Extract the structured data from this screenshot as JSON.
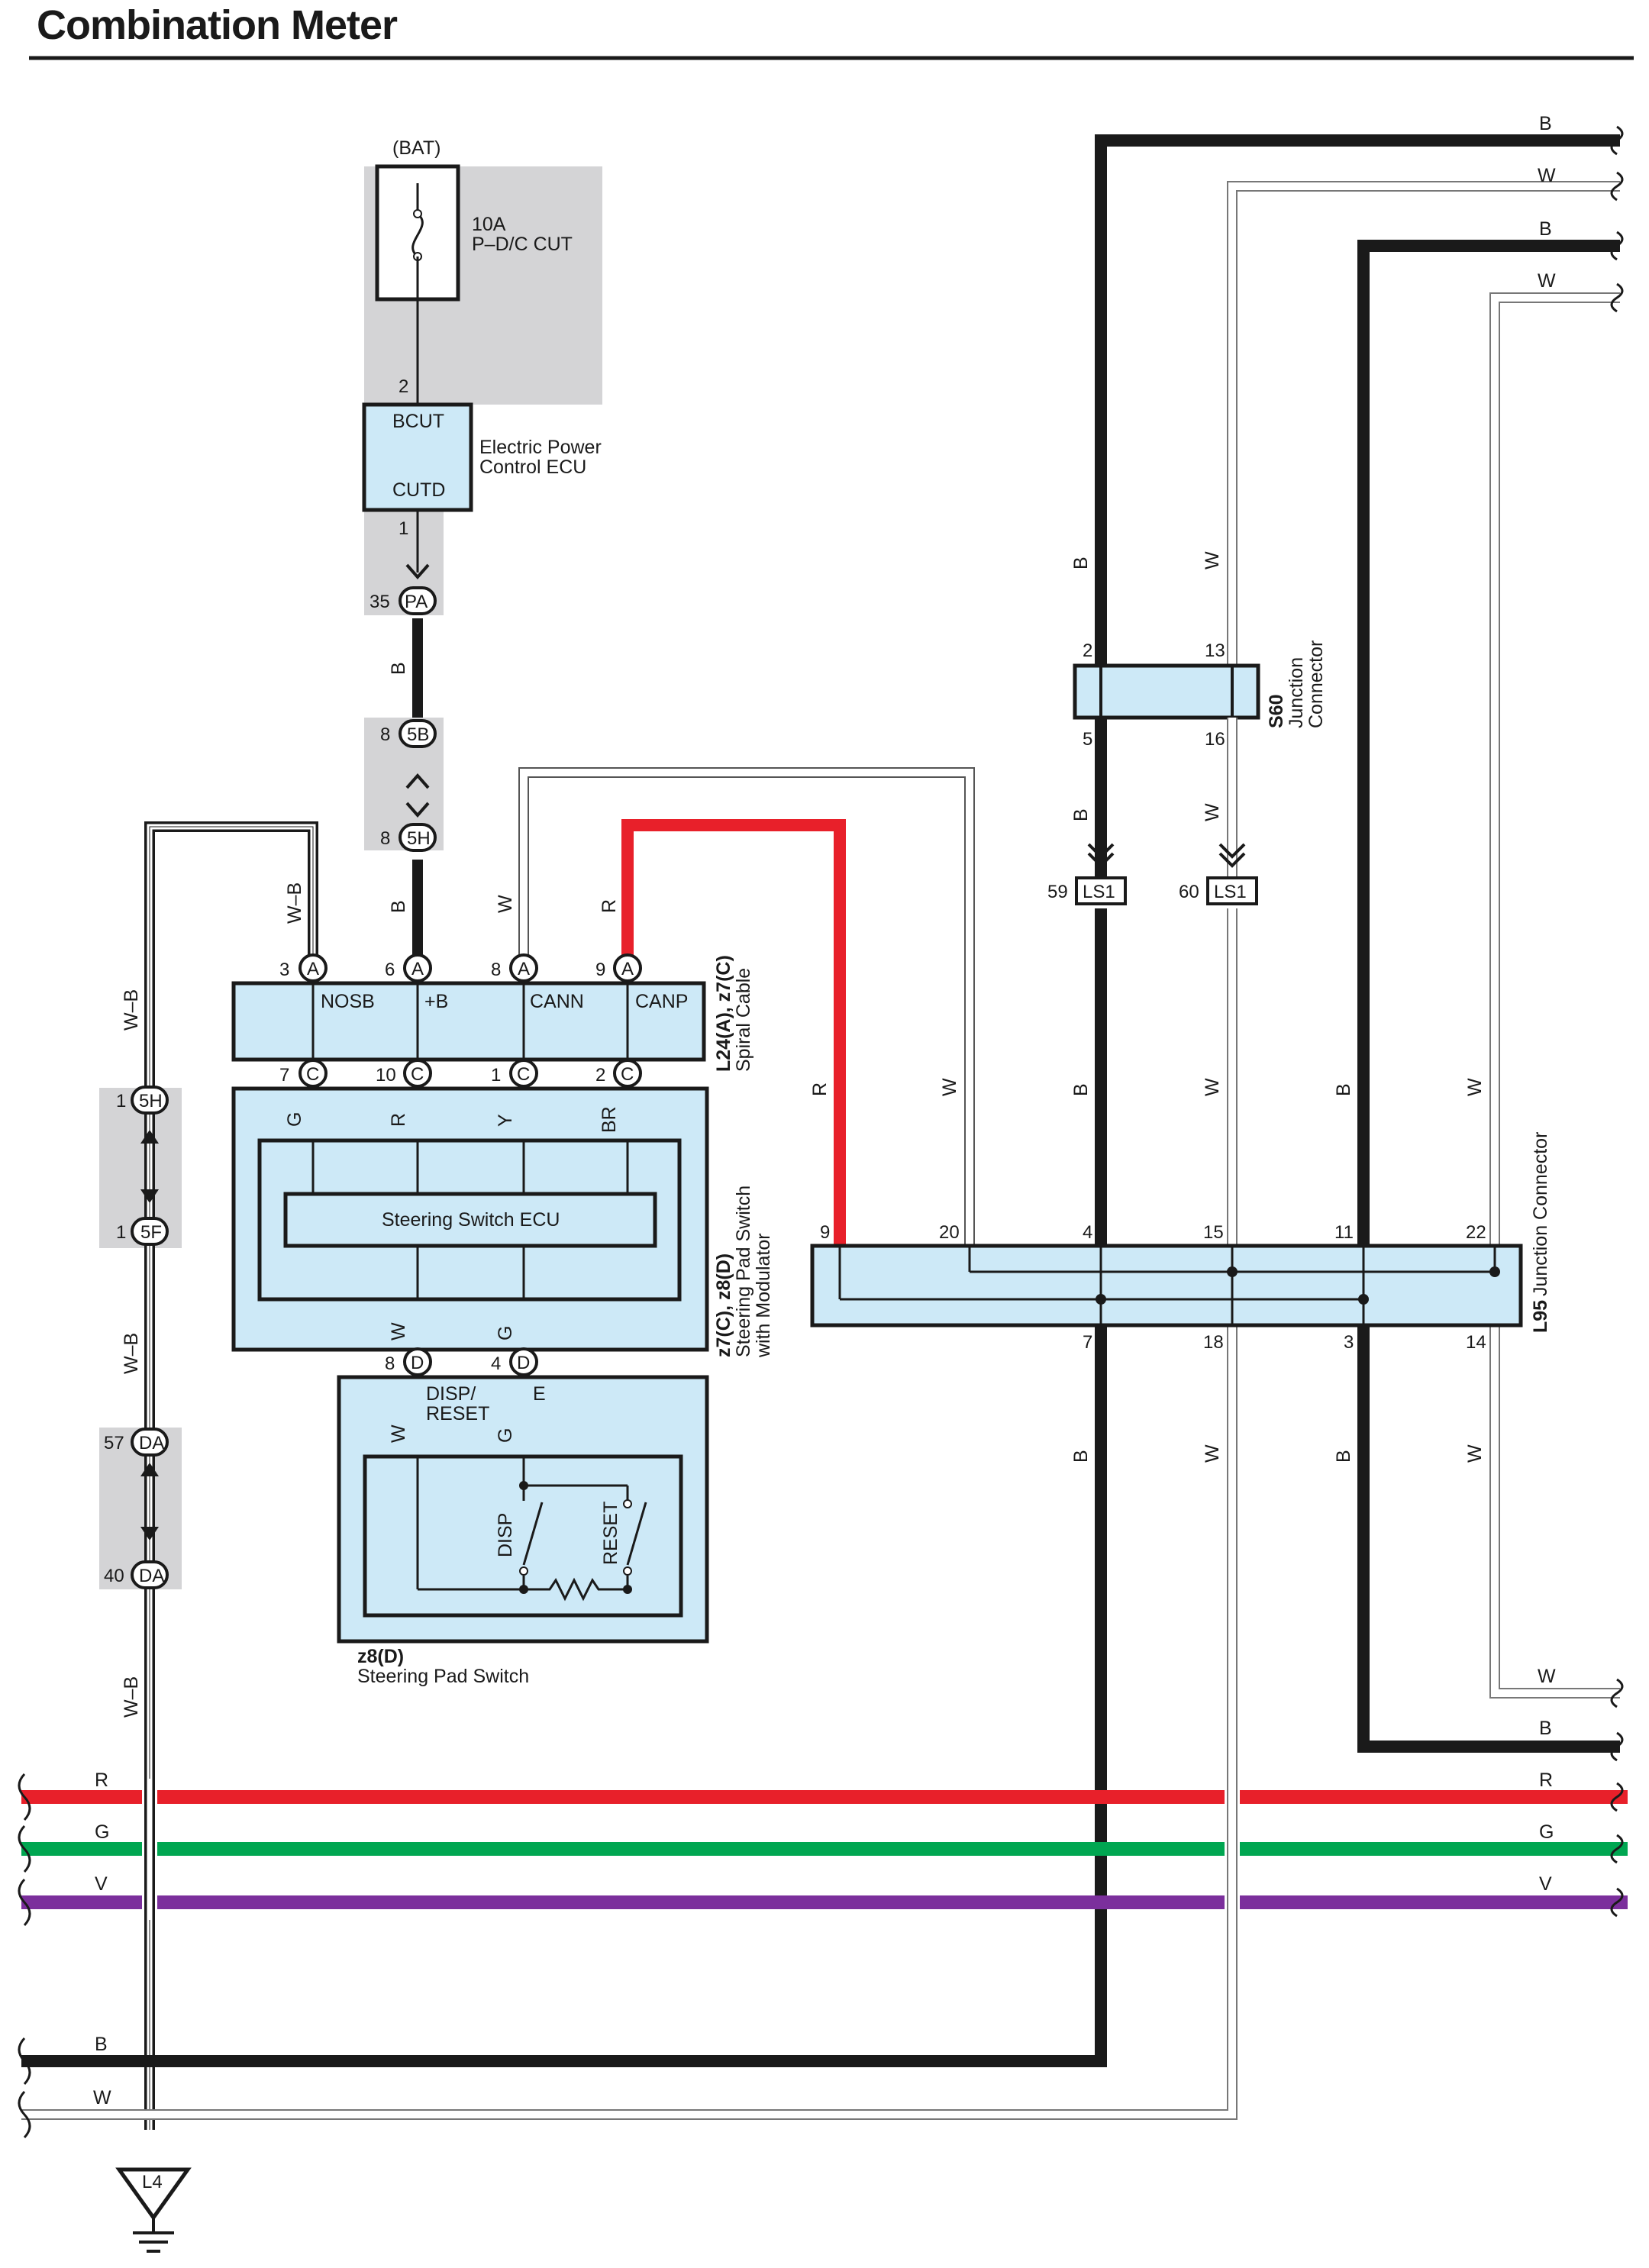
{
  "title": "Combination Meter",
  "colors": {
    "wire_B": "#1a1a1a",
    "wire_W": "#ffffff",
    "wire_R": "#e8202a",
    "wire_G": "#00a651",
    "wire_Y": "#ffe400",
    "wire_BR": "#a0522d",
    "wire_V": "#7b2f9c",
    "component_fill": "#cde9f7",
    "shade": "#d4d4d6"
  },
  "power": {
    "source": "(BAT)",
    "fuse_rating": "10A",
    "fuse_name": "P–D/C CUT"
  },
  "ecu": {
    "name_line1": "Electric Power",
    "name_line2": "Control ECU",
    "term_top": "BCUT",
    "term_bottom": "CUTD",
    "pin_top": "2",
    "pin_bottom": "1"
  },
  "connectors": {
    "pa": {
      "pin": "35",
      "code": "PA"
    },
    "b5": {
      "pin": "8",
      "code": "5B"
    },
    "h5": {
      "pin": "8",
      "code": "5H"
    },
    "h5_left": {
      "pin": "1",
      "code": "5H"
    },
    "f5_left": {
      "pin": "1",
      "code": "5F"
    },
    "da_top": {
      "pin": "57",
      "code": "DA"
    },
    "da_bottom": {
      "pin": "40",
      "code": "DA"
    }
  },
  "spiral": {
    "id": "L24(A), z7(C)",
    "name": "Spiral Cable",
    "top_pins": [
      {
        "pin": "3",
        "code": "A",
        "term": "NOSB",
        "wire": "W–B"
      },
      {
        "pin": "6",
        "code": "A",
        "term": "+B",
        "wire": "B"
      },
      {
        "pin": "8",
        "code": "A",
        "term": "CANN",
        "wire": "W"
      },
      {
        "pin": "9",
        "code": "A",
        "term": "CANP",
        "wire": "R"
      }
    ],
    "bottom_pins": [
      {
        "pin": "7",
        "code": "C",
        "wire": "G"
      },
      {
        "pin": "10",
        "code": "C",
        "wire": "R"
      },
      {
        "pin": "1",
        "code": "C",
        "wire": "Y"
      },
      {
        "pin": "2",
        "code": "C",
        "wire": "BR"
      }
    ]
  },
  "pad_module": {
    "id": "z7(C), z8(D)",
    "name_line1": "Steering Pad Switch",
    "name_line2": "with Modulator",
    "ecu_label": "Steering Switch ECU",
    "out_pins": [
      {
        "pin": "8",
        "code": "D",
        "wire": "W"
      },
      {
        "pin": "4",
        "code": "D",
        "wire": "G"
      }
    ]
  },
  "pad_switch": {
    "id": "z8(D)",
    "name": "Steering Pad Switch",
    "term1": "DISP/",
    "term1b": "RESET",
    "term2": "E",
    "wire1": "W",
    "wire2": "G",
    "sw1": "DISP",
    "sw2": "RESET"
  },
  "s60": {
    "id": "S60",
    "name_line1": "Junction",
    "name_line2": "Connector",
    "top_pins": [
      "2",
      "13"
    ],
    "bottom_pins": [
      "5",
      "16"
    ],
    "wires_top": [
      "B",
      "W"
    ],
    "wires_bottom": [
      "B",
      "W"
    ]
  },
  "ls1": [
    {
      "pin": "59",
      "code": "LS1"
    },
    {
      "pin": "60",
      "code": "LS1"
    }
  ],
  "l95": {
    "id": "L95",
    "name": "Junction Connector",
    "top_pins": [
      "9",
      "20",
      "4",
      "15",
      "11",
      "22"
    ],
    "top_wires": [
      "R",
      "W",
      "B",
      "W",
      "B",
      "W"
    ],
    "bottom_pins": [
      "7",
      "18",
      "3",
      "14"
    ],
    "bottom_wires": [
      "B",
      "W",
      "B",
      "W"
    ]
  },
  "wire_labels": {
    "wb": "W–B",
    "b": "B",
    "w": "W",
    "r": "R",
    "g": "G",
    "v": "V"
  },
  "ground": "L4"
}
